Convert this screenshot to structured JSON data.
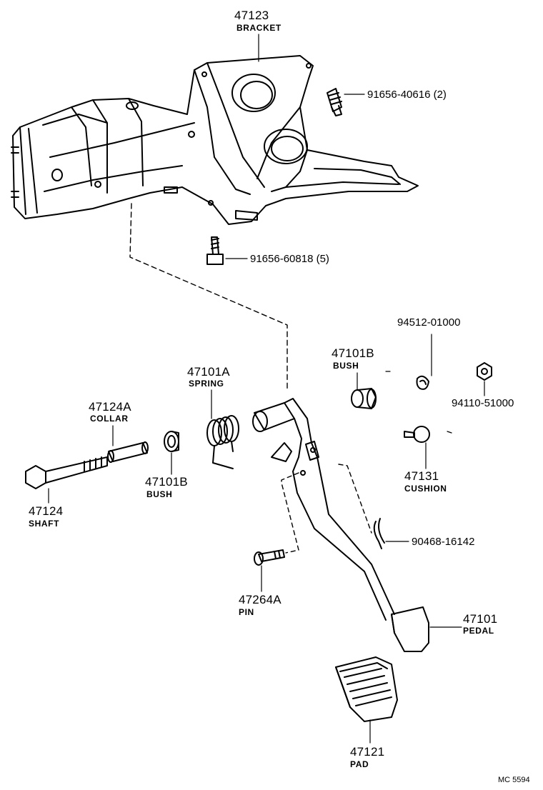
{
  "parts": {
    "bracket": {
      "number": "47123",
      "name": "BRACKET"
    },
    "bolt_top": {
      "number": "91656-40616 (2)"
    },
    "bolt_mid": {
      "number": "91656-60818 (5)"
    },
    "washer": {
      "number": "94512-01000"
    },
    "bush_right": {
      "number": "47101B",
      "name": "BUSH"
    },
    "nut": {
      "number": "94110-51000"
    },
    "spring": {
      "number": "47101A",
      "name": "SPRING"
    },
    "collar": {
      "number": "47124A",
      "name": "COLLAR"
    },
    "bush_left": {
      "number": "47101B",
      "name": "BUSH"
    },
    "shaft": {
      "number": "47124",
      "name": "SHAFT"
    },
    "cushion": {
      "number": "47131",
      "name": "CUSHION"
    },
    "clip": {
      "number": "90468-16142"
    },
    "pin": {
      "number": "47264A",
      "name": "PIN"
    },
    "pedal": {
      "number": "47101",
      "name": "PEDAL"
    },
    "pad": {
      "number": "47121",
      "name": "PAD"
    }
  },
  "diagram_code": "MC 5594"
}
